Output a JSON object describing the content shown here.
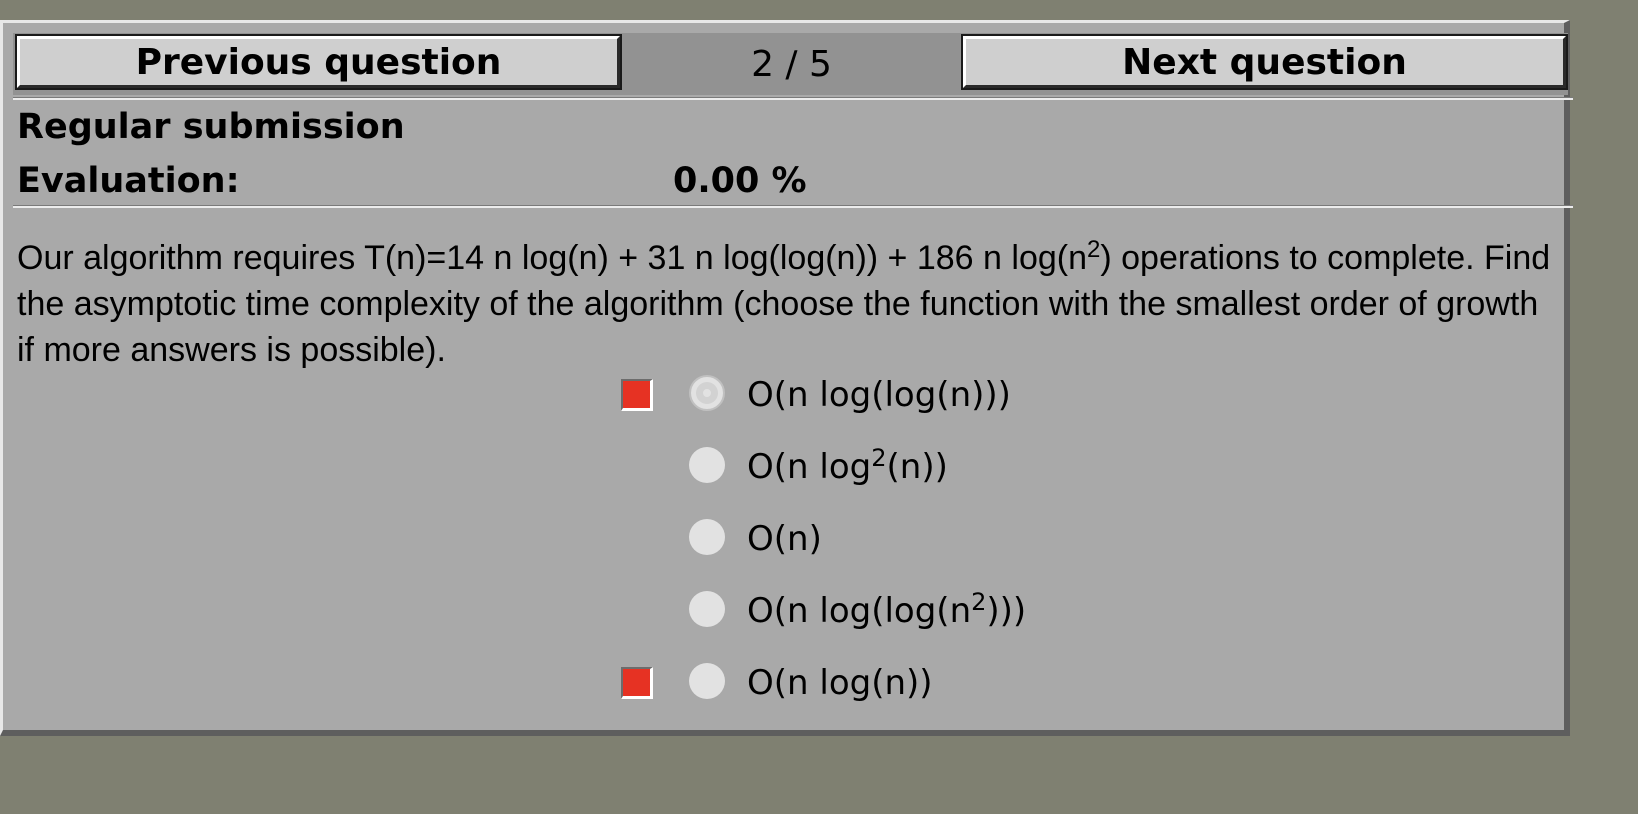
{
  "nav": {
    "prev_label": "Previous question",
    "counter": "2 / 5",
    "next_label": "Next question"
  },
  "submission": {
    "type": "Regular submission",
    "evaluation_label": "Evaluation:",
    "evaluation_value": "0.00 %"
  },
  "question": {
    "text_part1": "Our algorithm requires T(n)=14 n log(n) + 31 n log(log(n)) + 186 n log(n",
    "text_sup": "2",
    "text_part2": ") operations to complete. Find the asymptotic time complexity of the algorithm (choose the function with the smallest order of growth if more answers is possible)."
  },
  "options": [
    {
      "pre": "O(n log(log(n)))",
      "sup": "",
      "post": "",
      "selected": true,
      "marked": true
    },
    {
      "pre": "O(n log",
      "sup": "2",
      "post": "(n))",
      "selected": false,
      "marked": false
    },
    {
      "pre": "O(n)",
      "sup": "",
      "post": "",
      "selected": false,
      "marked": false
    },
    {
      "pre": "O(n log(log(n",
      "sup": "2",
      "post": ")))",
      "selected": false,
      "marked": false
    },
    {
      "pre": "O(n log(n))",
      "sup": "",
      "post": "",
      "selected": false,
      "marked": true
    }
  ],
  "colors": {
    "background": "#7f8071",
    "panel": "#a9a9a9",
    "mark": "#e63223"
  }
}
